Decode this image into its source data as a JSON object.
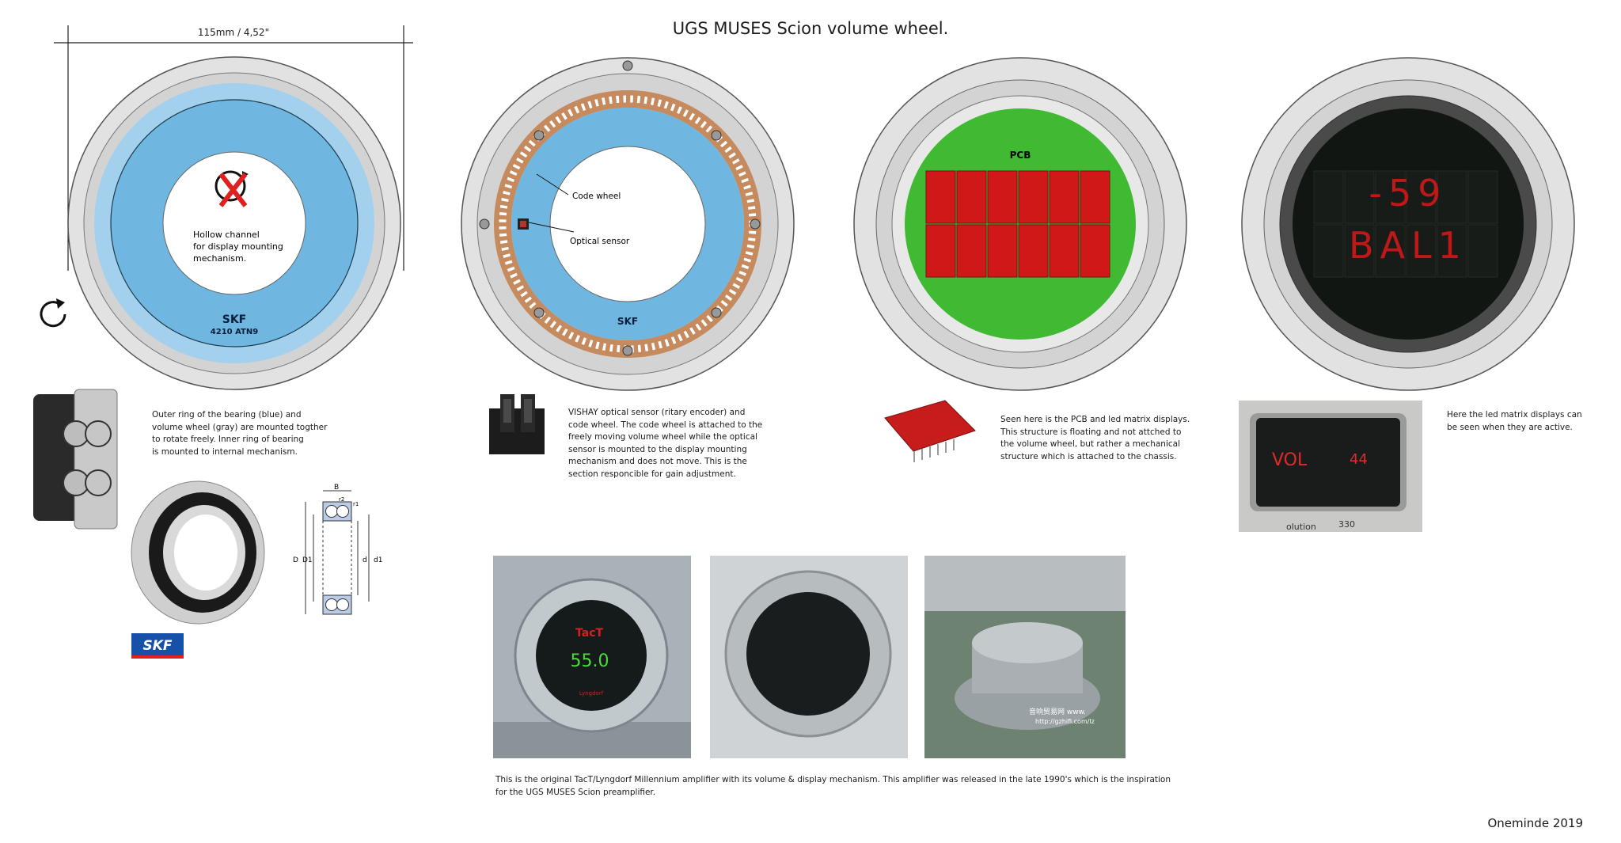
{
  "title": "UGS MUSES Scion volume wheel.",
  "dimension_label": "115mm / 4,52\"",
  "wheel1": {
    "hollow_label": [
      "Hollow channel",
      "for display mounting",
      "mechanism."
    ],
    "bearing_brand": "SKF",
    "bearing_model": "4210 ATN9"
  },
  "wheel2": {
    "code_wheel_label": "Code wheel",
    "optical_sensor_label": "Optical sensor",
    "brand_partial": "SKF"
  },
  "wheel3": {
    "pcb_label": "PCB"
  },
  "wheel4": {
    "display_line1": "-59",
    "display_line2": "BAL1"
  },
  "descriptions": {
    "bearing": [
      "Outer ring of the bearing (blue) and",
      "volume wheel (gray) are mounted togther",
      "to rotate freely. Inner ring of bearing",
      "is mounted to internal mechanism."
    ],
    "sensor": [
      "VISHAY optical sensor (ritary encoder) and",
      "code wheel. The code wheel is attached to the",
      "freely moving volume wheel while the optical",
      "sensor is mounted to the display mounting",
      "mechanism and does not move. This is the",
      "section responcible for gain adjustment."
    ],
    "pcb": [
      "Seen here is the PCB and led matrix displays.",
      "This structure is floating and not attched to",
      "the volume wheel, but rather a mechanical",
      "structure which is attached to the chassis."
    ],
    "led": [
      "Here the led matrix displays can",
      "be seen when they are active."
    ],
    "tact": [
      "This is the original TacT/Lyngdorf Millennium amplifier with its volume & display mechanism. This amplifier was released in the late 1990's which is the inspiration",
      "for the UGS MUSES Scion preamplifier."
    ]
  },
  "drawing_labels": {
    "B": "B",
    "r2": "r2",
    "r1": "r1",
    "D": "D",
    "D1": "D1",
    "d": "d",
    "d1": "d1"
  },
  "skf_logo": "SKF",
  "led_photo": {
    "text_vol": "VOL",
    "text_val": "44",
    "text_model": "330",
    "text_brand": "olution"
  },
  "tact_photo": {
    "display_value": "55.0",
    "logo": "TacT",
    "badge": "Lyngdorf"
  },
  "watermark": {
    "line1": "音响贸易网 www.",
    "line2": "http://gzhifi.com/lz"
  },
  "credit": "Oneminde 2019",
  "colors": {
    "bearing_blue": "#6fb7e0",
    "bearing_blue_light": "#a3d1ed",
    "wheel_gray": "#d8d8d8",
    "pcb_green": "#3fba32",
    "led_red": "#d01818",
    "copper": "#c58a5e",
    "dark_glass": "#121612"
  }
}
